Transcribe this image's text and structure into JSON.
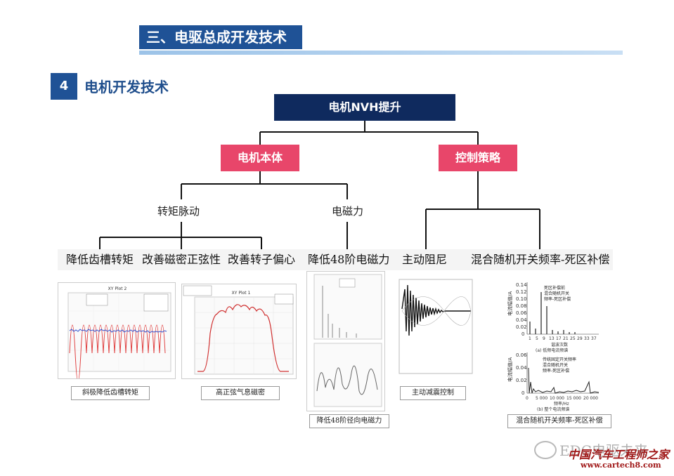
{
  "header": {
    "title": "三、电驱总成开发技术"
  },
  "section": {
    "number": "4",
    "title": "电机开发技术"
  },
  "tree": {
    "root": "电机NVH提升",
    "level2": [
      "电机本体",
      "控制策略"
    ],
    "level3": [
      "转矩脉动",
      "电磁力"
    ],
    "leaves": [
      "降低齿槽转矩",
      "改善磁密正弦性",
      "改善转子偏心",
      "降低48阶电磁力",
      "主动阻尼",
      "混合随机开关频率-死区补偿"
    ]
  },
  "panels": {
    "captions": [
      "斜极降低齿槽转矩",
      "高正弦气息磁密",
      "降低48阶径向电磁力",
      "主动减震控制",
      "混合随机开关频率-死区补偿"
    ],
    "plot1_title": "XY Plot 2",
    "plot2_title": "XY Plot 1",
    "spectrum_a": {
      "legend": [
        "死区补偿前",
        "混合随机开关",
        "频率-死区补偿"
      ],
      "ylabel": "电流幅值/A",
      "xlabel": "谐波次数",
      "xticks": [
        "1",
        "5",
        "9",
        "13",
        "17",
        "21",
        "25",
        "29",
        "33",
        "37"
      ],
      "yticks": [
        "0.14",
        "0.12",
        "0.10",
        "0.08",
        "0.06",
        "0.04",
        "0.02",
        "0"
      ],
      "caption": "(a) 低频电流频谱"
    },
    "spectrum_b": {
      "legend": [
        "传统固定开关频率",
        "混合随机开关",
        "频率-死区补偿"
      ],
      "ylabel": "电流幅值/A",
      "xlabel": "频率/Hz",
      "xticks": [
        "0",
        "5 000",
        "10 000",
        "15 000",
        "20 000"
      ],
      "yticks": [
        "0.06",
        "0.04",
        "0.02",
        "0"
      ],
      "caption": "(b) 整个电流频谱"
    }
  },
  "watermark": {
    "text1": "EDC电驱未来",
    "text2": "中国汽车工程师之家",
    "text3": "www.cartech8.com"
  }
}
